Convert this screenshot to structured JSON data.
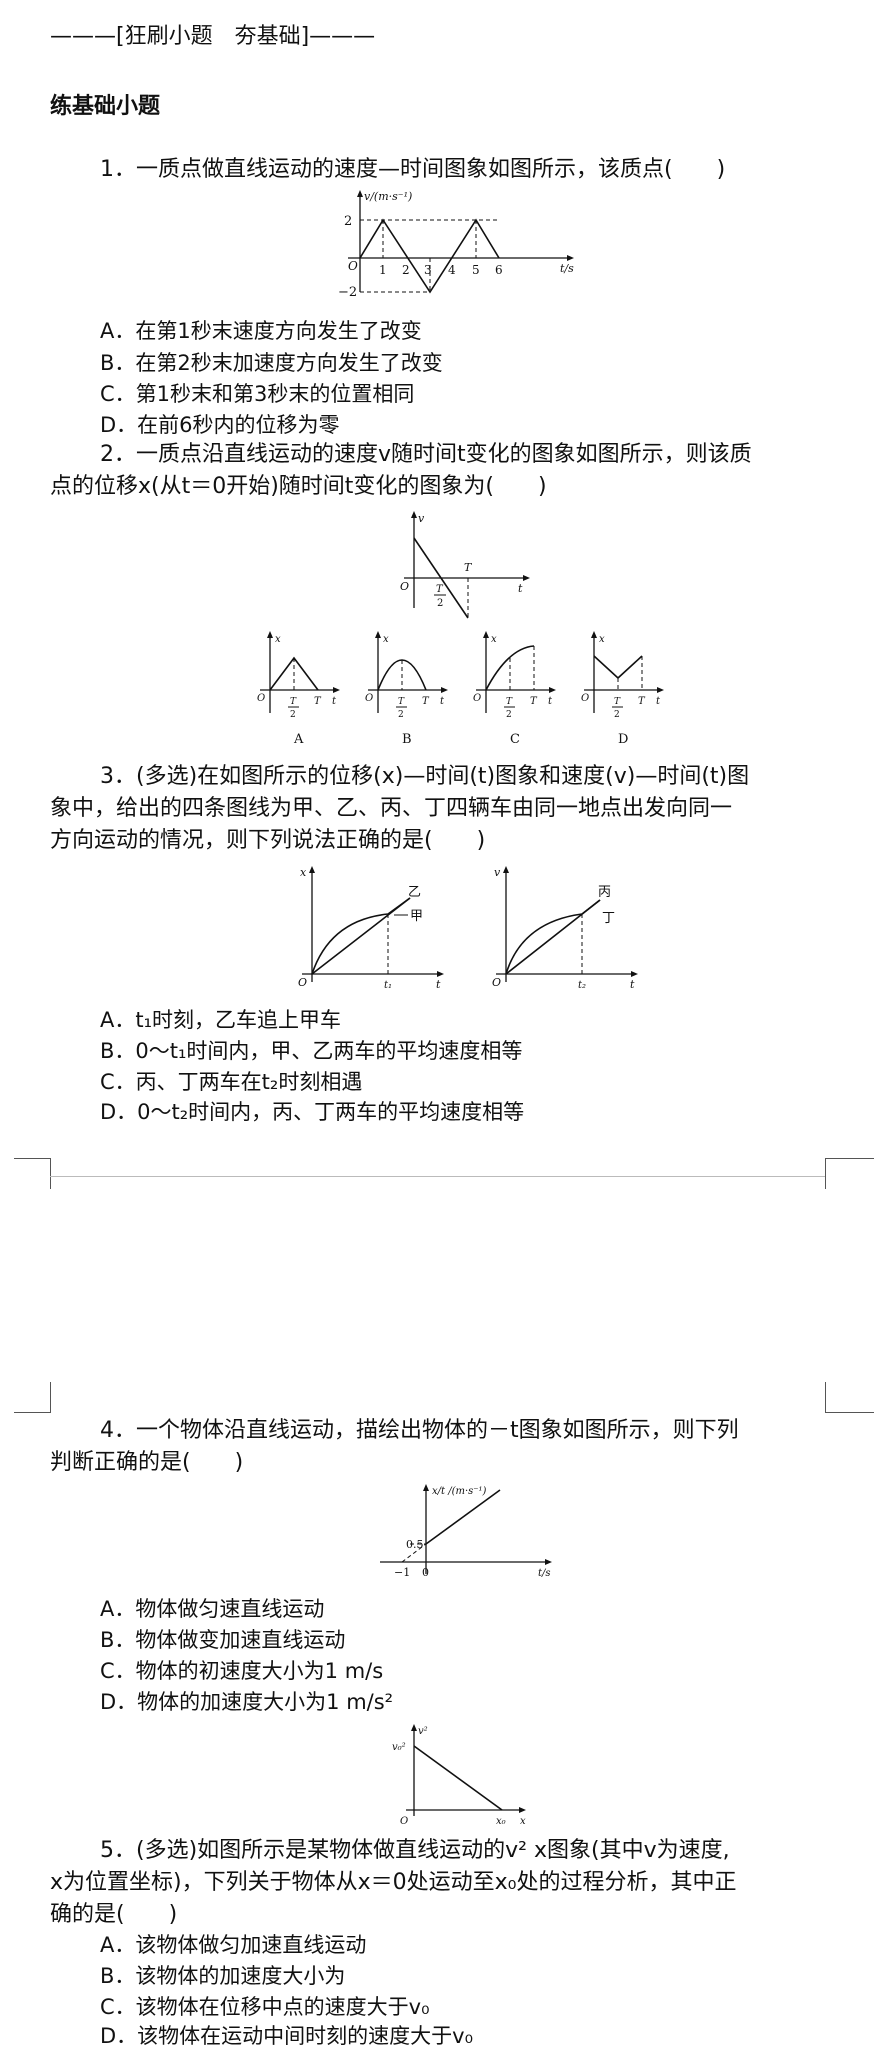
{
  "header": "———[狂刷小题　夯基础]———",
  "section_title": "练基础小题",
  "q1": {
    "stem": "1．一质点做直线运动的速度—时间图象如图所示，该质点(　　)",
    "options": [
      "A．在第1秒末速度方向发生了改变",
      "B．在第2秒末加速度方向发生了改变",
      "C．第1秒末和第3秒末的位置相同",
      "D．在前6秒内的位移为零"
    ],
    "figure": {
      "y_label": "v/(m·s⁻¹)",
      "x_label": "t/s",
      "x_ticks": [
        "1",
        "2",
        "3",
        "4",
        "5",
        "6"
      ],
      "y_ticks": [
        "2",
        "−2"
      ],
      "origin": "O",
      "points": [
        [
          0,
          0
        ],
        [
          1,
          2
        ],
        [
          3,
          -2
        ],
        [
          5,
          2
        ],
        [
          6,
          0
        ]
      ]
    }
  },
  "q2": {
    "stem_1": "2．一质点沿直线运动的速度v随时间t变化的图象如图所示，则该质",
    "stem_2": "点的位移x(从t＝0开始)随时间t变化的图象为(　　)",
    "figure": {
      "y_label": "v",
      "x_label": "t",
      "origin": "O",
      "t_mark": "T",
      "half_num": "T",
      "half_den": "2"
    },
    "choices": {
      "axis_x": "x",
      "axis_t": "t",
      "origin": "O",
      "T": "T",
      "half_num": "T",
      "half_den": "2",
      "labels": [
        "A",
        "B",
        "C",
        "D"
      ]
    }
  },
  "q3": {
    "stem_1": "3．(多选)在如图所示的位移(x)—时间(t)图象和速度(v)—时间(t)图",
    "stem_2": "象中，给出的四条图线为甲、乙、丙、丁四辆车由同一地点出发向同一",
    "stem_3": "方向运动的情况，则下列说法正确的是(　　)",
    "fig_left": {
      "y_label": "x",
      "x_label": "t",
      "origin": "O",
      "t_mark": "t₁",
      "curve_1": "乙",
      "curve_2": "甲"
    },
    "fig_right": {
      "y_label": "v",
      "x_label": "t",
      "origin": "O",
      "t_mark": "t₂",
      "curve_1": "丙",
      "curve_2": "丁"
    },
    "options": [
      "A．t₁时刻，乙车追上甲车",
      "B．0～t₁时间内，甲、乙两车的平均速度相等",
      "C．丙、丁两车在t₂时刻相遇",
      "D．0～t₂时间内，丙、丁两车的平均速度相等"
    ]
  },
  "q4": {
    "stem_1": "4．一个物体沿直线运动，描绘出物体的－t图象如图所示，则下列",
    "stem_2": "判断正确的是(　　)",
    "figure": {
      "y_label": "x/t /(m·s⁻¹)",
      "x_label": "t/s",
      "y_tick": "0.5",
      "x_neg": "−1",
      "origin": "0"
    },
    "options": [
      "A．物体做匀速直线运动",
      "B．物体做变加速直线运动",
      "C．物体的初速度大小为1 m/s",
      "D．物体的加速度大小为1 m/s²"
    ]
  },
  "q5": {
    "figure": {
      "y_label": "v²",
      "x_label": "x",
      "origin": "O",
      "y_tick": "v₀²",
      "x_tick": "x₀"
    },
    "stem_1": "5．(多选)如图所示是某物体做直线运动的v²  x图象(其中v为速度,",
    "stem_2": "x为位置坐标)，下列关于物体从x＝0处运动至x₀处的过程分析，其中正",
    "stem_3": "确的是(　　)",
    "options": [
      "A．该物体做匀加速直线运动",
      "B．该物体的加速度大小为",
      "C．该物体在位移中点的速度大于v₀",
      "D．该物体在运动中间时刻的速度大于v₀"
    ]
  }
}
